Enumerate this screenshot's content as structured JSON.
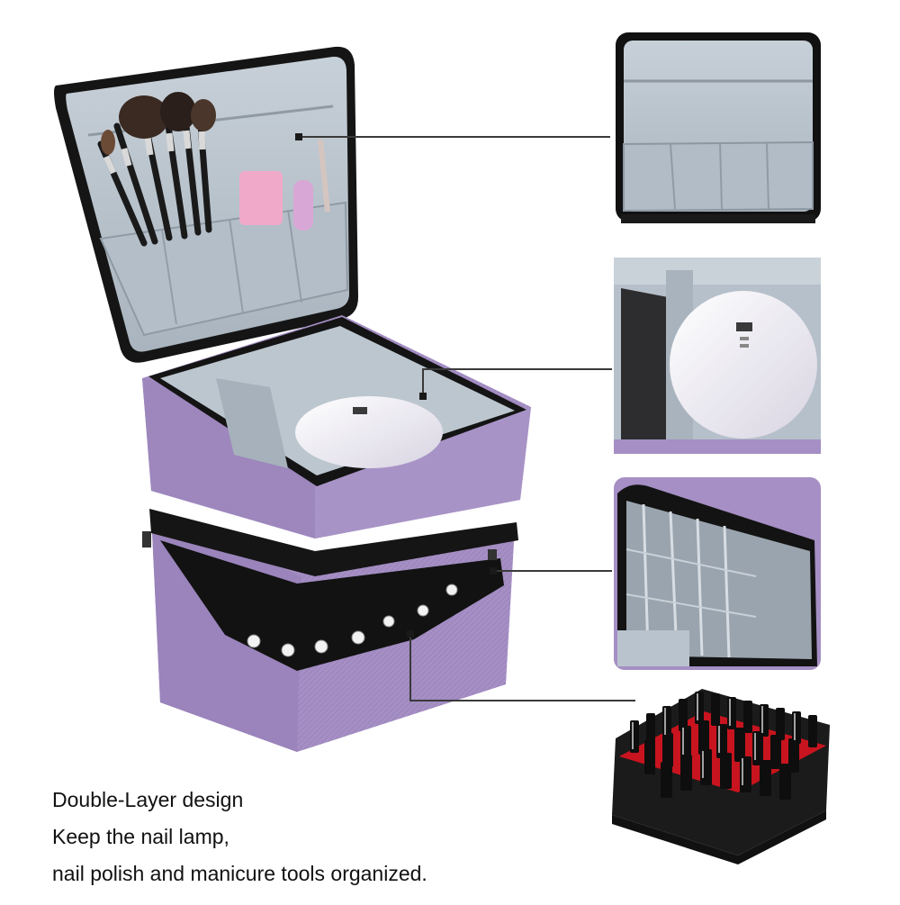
{
  "caption": {
    "line1": "Double-Layer design",
    "line2": "Keep the nail lamp,",
    "line3": "nail polish and manicure tools organized."
  },
  "colors": {
    "bag_fabric": "#a58fc4",
    "bag_fabric_dark": "#8f78b0",
    "lining": "#b9c3cc",
    "trim": "#141414",
    "leader_line": "#3a3a3a",
    "polish_red": "#c8141e",
    "lamp": "#eeecf2"
  },
  "callouts": [
    {
      "name": "lid-pocket-detail"
    },
    {
      "name": "nail-lamp-compartment-detail"
    },
    {
      "name": "mesh-pocket-detail"
    },
    {
      "name": "nail-polish-rack-detail"
    }
  ]
}
